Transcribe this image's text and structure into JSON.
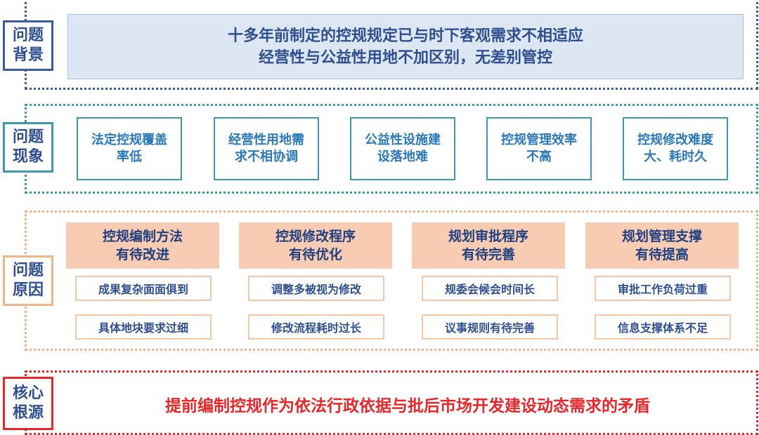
{
  "background": {
    "tag": [
      "问题",
      "背景"
    ],
    "lines": [
      "十多年前制定的控规规定已与时下客观需求不相适应",
      "经营性与公益性用地不加区别，无差别管控"
    ]
  },
  "phenomenon": {
    "tag": [
      "问题",
      "现象"
    ],
    "items": [
      [
        "法定控规覆盖",
        "率低"
      ],
      [
        "经营性用地需",
        "求不相协调"
      ],
      [
        "公益性设施建",
        "设落地难"
      ],
      [
        "控规管理效率",
        "不高"
      ],
      [
        "控规修改难度",
        "大、耗时久"
      ]
    ]
  },
  "cause": {
    "tag": [
      "问题",
      "原因"
    ],
    "columns": [
      {
        "head": [
          "控规编制方法",
          "有待改进"
        ],
        "items": [
          "成果复杂面面俱到",
          "具体地块要求过细"
        ]
      },
      {
        "head": [
          "控规修改程序",
          "有待优化"
        ],
        "items": [
          "调整多被视为修改",
          "修改流程耗时过长"
        ]
      },
      {
        "head": [
          "规划审批程序",
          "有待完善"
        ],
        "items": [
          "规委会候会时间长",
          "议事规则有待完善"
        ]
      },
      {
        "head": [
          "规划管理支撑",
          "有待提高"
        ],
        "items": [
          "审批工作负荷过重",
          "信息支撑体系不足"
        ]
      }
    ]
  },
  "core": {
    "tag": [
      "核心",
      "根源"
    ],
    "text": "提前编制控规作为依法行政依据与批后市场开发建设动态需求的矛盾"
  },
  "colors": {
    "navy": "#2f4f91",
    "teal": "#3d9aa8",
    "peach": "#f8ccb2",
    "red": "#e8272a"
  }
}
